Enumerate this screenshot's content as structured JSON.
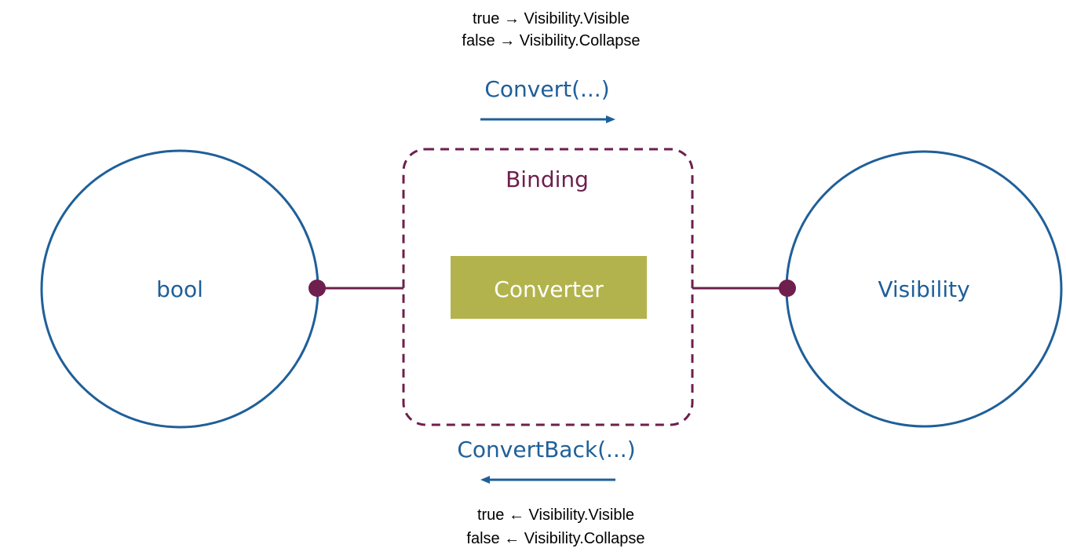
{
  "colors": {
    "blue": "#1f5f99",
    "plum": "#6e1f4d",
    "olive": "#b3b34d",
    "white": "#ffffff",
    "black": "#000000"
  },
  "convert": {
    "mapping_line1": "true → Visibility.Visible",
    "mapping_line2": "false → Visibility.Collapse",
    "method_label": "Convert(...)"
  },
  "convert_back": {
    "method_label": "ConvertBack(...)",
    "mapping_line1": "true ← Visibility.Visible",
    "mapping_line2": "false ← Visibility.Collapse"
  },
  "source_node": {
    "label": "bool"
  },
  "target_node": {
    "label": "Visibility"
  },
  "binding": {
    "label": "Binding",
    "converter_label": "Converter"
  },
  "icons": {
    "convert_arrow": "arrow-right-icon",
    "convert_back_arrow": "arrow-left-icon",
    "source_connector": "connector-dot-icon",
    "target_connector": "connector-dot-icon"
  }
}
